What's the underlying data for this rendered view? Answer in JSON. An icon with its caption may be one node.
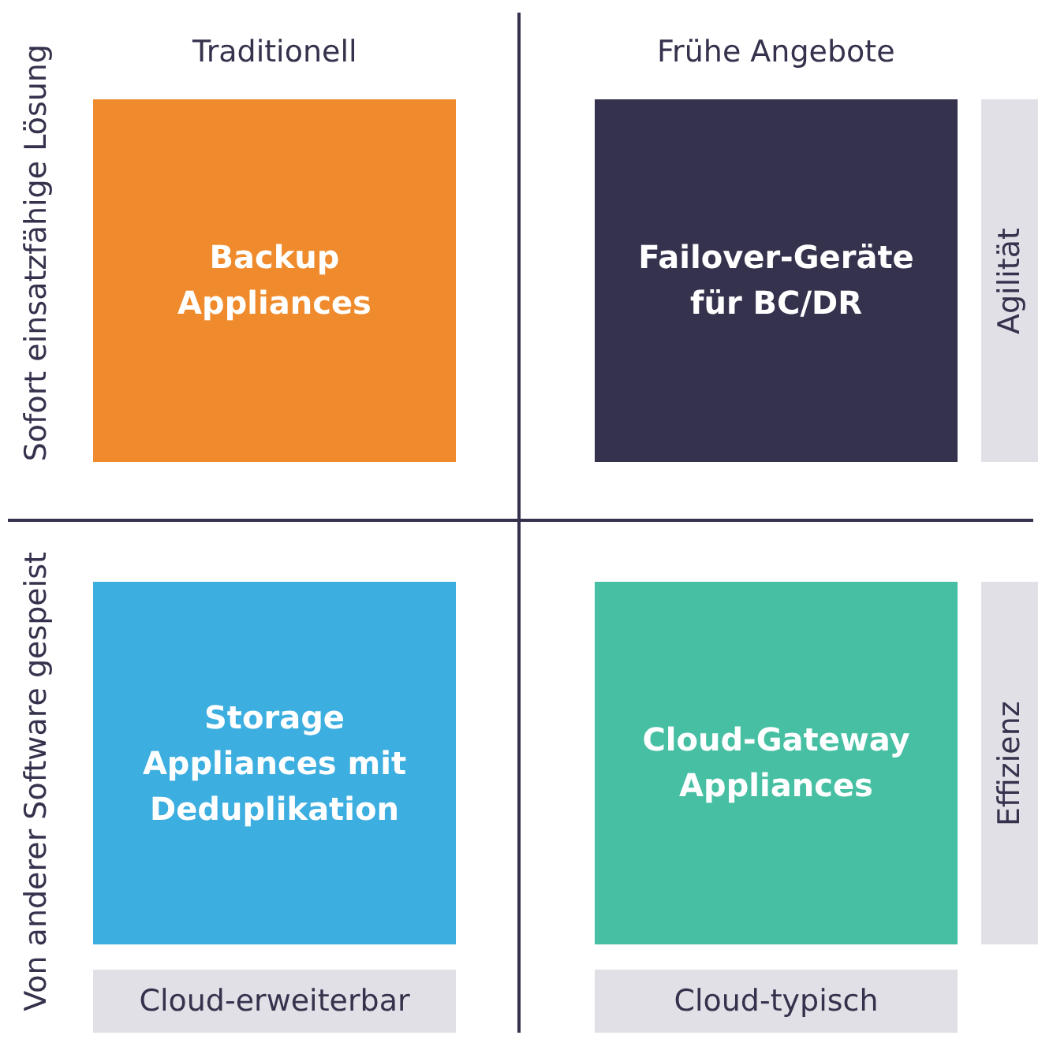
{
  "diagram": {
    "nodes": [
      {
        "text": [
          "Backup Appliances"
        ]
      },
      {
        "text": [
          "Failover-Geräte für BC/DR"
        ]
      },
      {
        "text": [
          "Agilität"
        ]
      },
      {
        "text": [
          "Storage Appliances mit Deduplikation"
        ]
      },
      {
        "text": [
          "Cloud-Gateway Appliances"
        ]
      },
      {
        "text": [
          "Effizienz"
        ]
      },
      {
        "text": [
          "Cloud-erweiterbar"
        ]
      },
      {
        "text": [
          "Cloud-typisch"
        ]
      }
    ],
    "labels": [
      "Traditionell",
      "Frühe Angebote",
      "Sofort einsatzfähige Lösung",
      "Von anderer Software gespeist"
    ]
  }
}
